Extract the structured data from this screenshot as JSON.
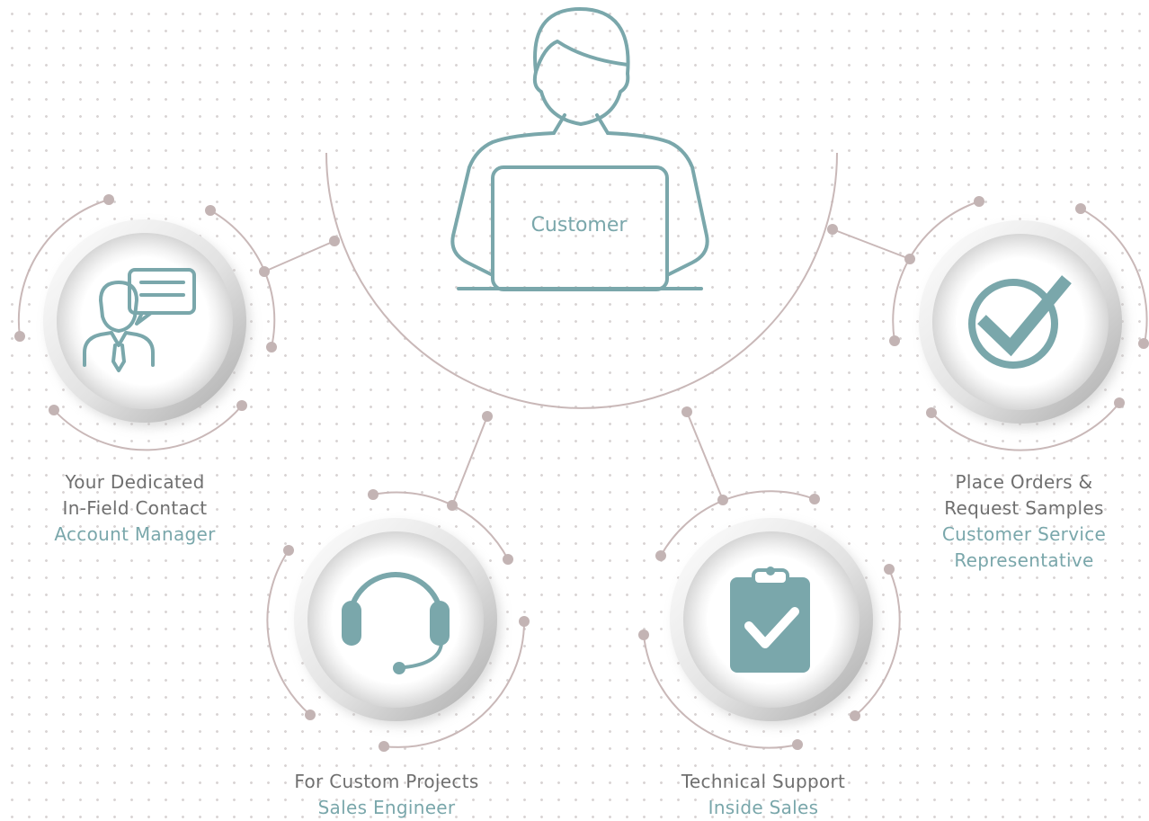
{
  "center": {
    "label": "Customer"
  },
  "contacts": [
    {
      "id": "account-manager",
      "description_lines": [
        "Your Dedicated",
        "In-Field Contact"
      ],
      "role": "Account Manager",
      "icon": "consultant-speech-icon"
    },
    {
      "id": "sales-engineer",
      "description_lines": [
        "For Custom Projects"
      ],
      "role": "Sales Engineer",
      "icon": "headset-icon"
    },
    {
      "id": "inside-sales",
      "description_lines": [
        "Technical Support"
      ],
      "role": "Inside Sales",
      "icon": "clipboard-check-icon"
    },
    {
      "id": "customer-service",
      "description_lines": [
        "Place Orders &",
        "Request Samples"
      ],
      "role_lines": [
        "Customer Service",
        "Representative"
      ],
      "icon": "checkmark-circle-icon"
    }
  ],
  "colors": {
    "accent": "#7aa7ab",
    "text": "#6f6f6f",
    "connector": "#c9b8b8",
    "dot": "#c3b4b4"
  }
}
